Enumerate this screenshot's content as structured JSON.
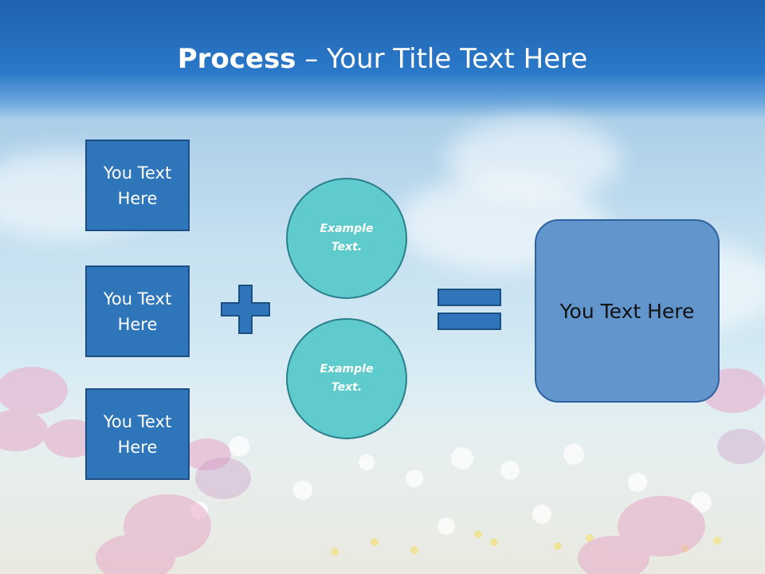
{
  "title": {
    "strong": "Process",
    "rest": " – Your Title Text Here"
  },
  "left_boxes": [
    {
      "label": "You Text Here"
    },
    {
      "label": "You Text Here"
    },
    {
      "label": "You Text Here"
    }
  ],
  "circles": [
    {
      "label": "Example Text."
    },
    {
      "label": "Example Text."
    }
  ],
  "result_box": {
    "label": "You Text Here"
  },
  "icons": {
    "plus": "plus-icon",
    "equals": "equals-icon"
  },
  "colors": {
    "header": "#1f63b0",
    "box_fill": "#2f75b9",
    "circle_fill": "#5fcbcc",
    "result_fill": "#6295cc",
    "symbol_fill": "#2f75b9"
  }
}
